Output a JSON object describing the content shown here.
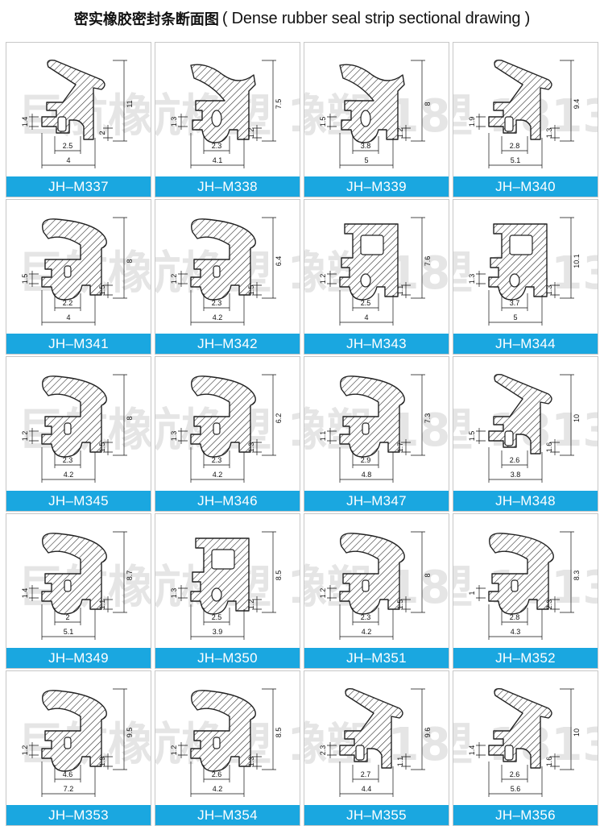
{
  "title": {
    "cn": "密实橡胶密封条断面图",
    "en": "( Dense rubber seal strip sectional drawing )"
  },
  "watermark": {
    "text": "巨航橡塑 18132191999"
  },
  "colors": {
    "label_bg": "#1aa7e0",
    "label_text": "#ffffff",
    "hatch": "#222222"
  },
  "items": [
    {
      "model": "JH–M337",
      "dims": {
        "left": "1.4",
        "right": "2",
        "height": "11",
        "inner": "2.5",
        "base": "4"
      }
    },
    {
      "model": "JH–M338",
      "dims": {
        "left": "1.3",
        "right": "1.2",
        "height": "7.5",
        "inner": "2.3",
        "base": "4.1"
      }
    },
    {
      "model": "JH–M339",
      "dims": {
        "left": "1.5",
        "right": "1.2",
        "height": "8",
        "inner": "3.8",
        "base": "5"
      }
    },
    {
      "model": "JH–M340",
      "dims": {
        "left": "1.9",
        "right": "1.3",
        "height": "9.4",
        "inner": "2.8",
        "base": "5.1"
      }
    },
    {
      "model": "JH–M341",
      "dims": {
        "left": "1.5",
        "right": "1.5",
        "height": "8",
        "inner": "2.2",
        "base": "4"
      }
    },
    {
      "model": "JH–M342",
      "dims": {
        "left": "1.2",
        "right": "1.5",
        "height": "6.4",
        "inner": "2.3",
        "base": "4.2"
      }
    },
    {
      "model": "JH–M343",
      "dims": {
        "left": "1.2",
        "right": "1.1",
        "height": "7.6",
        "inner": "2.5",
        "base": "4"
      }
    },
    {
      "model": "JH–M344",
      "dims": {
        "left": "1.3",
        "right": "1.3",
        "height": "10.1",
        "inner": "3.7",
        "base": "5"
      }
    },
    {
      "model": "JH–M345",
      "dims": {
        "left": "1.2",
        "right": "1.5",
        "height": "8",
        "inner": "2.3",
        "base": "4.2"
      }
    },
    {
      "model": "JH–M346",
      "dims": {
        "left": "1.3",
        "right": "1.3",
        "height": "6.2",
        "inner": "2.3",
        "base": "4.2"
      }
    },
    {
      "model": "JH–M347",
      "dims": {
        "left": "1.1",
        "right": "1.7",
        "height": "7.3",
        "inner": "2.9",
        "base": "4.8"
      }
    },
    {
      "model": "JH–M348",
      "dims": {
        "left": "1.5",
        "right": "1.6",
        "height": "10",
        "inner": "2.6",
        "base": "3.8"
      }
    },
    {
      "model": "JH–M349",
      "dims": {
        "left": "1.4",
        "right": "1.1",
        "height": "8.7",
        "inner": "2",
        "base": "5.1"
      }
    },
    {
      "model": "JH–M350",
      "dims": {
        "left": "1.3",
        "right": "1.2",
        "height": "8.5",
        "inner": "2.5",
        "base": "3.9"
      }
    },
    {
      "model": "JH–M351",
      "dims": {
        "left": "1.2",
        "right": "1.5",
        "height": "8",
        "inner": "2.3",
        "base": "4.2"
      }
    },
    {
      "model": "JH–M352",
      "dims": {
        "left": "1",
        "right": "2.3",
        "height": "8.3",
        "inner": "2.8",
        "base": "4.3"
      }
    },
    {
      "model": "JH–M353",
      "dims": {
        "left": "1.2",
        "right": "1.9",
        "height": "9.5",
        "inner": "4.6",
        "base": "7.2"
      }
    },
    {
      "model": "JH–M354",
      "dims": {
        "left": "1.2",
        "right": "1.3",
        "height": "8.5",
        "inner": "2.6",
        "base": "4.2"
      }
    },
    {
      "model": "JH–M355",
      "dims": {
        "left": "2.3",
        "right": "1.1",
        "height": "9.6",
        "inner": "2.7",
        "base": "4.4"
      }
    },
    {
      "model": "JH–M356",
      "dims": {
        "left": "1.4",
        "right": "1.6",
        "height": "10",
        "inner": "2.6",
        "base": "5.6"
      }
    }
  ]
}
